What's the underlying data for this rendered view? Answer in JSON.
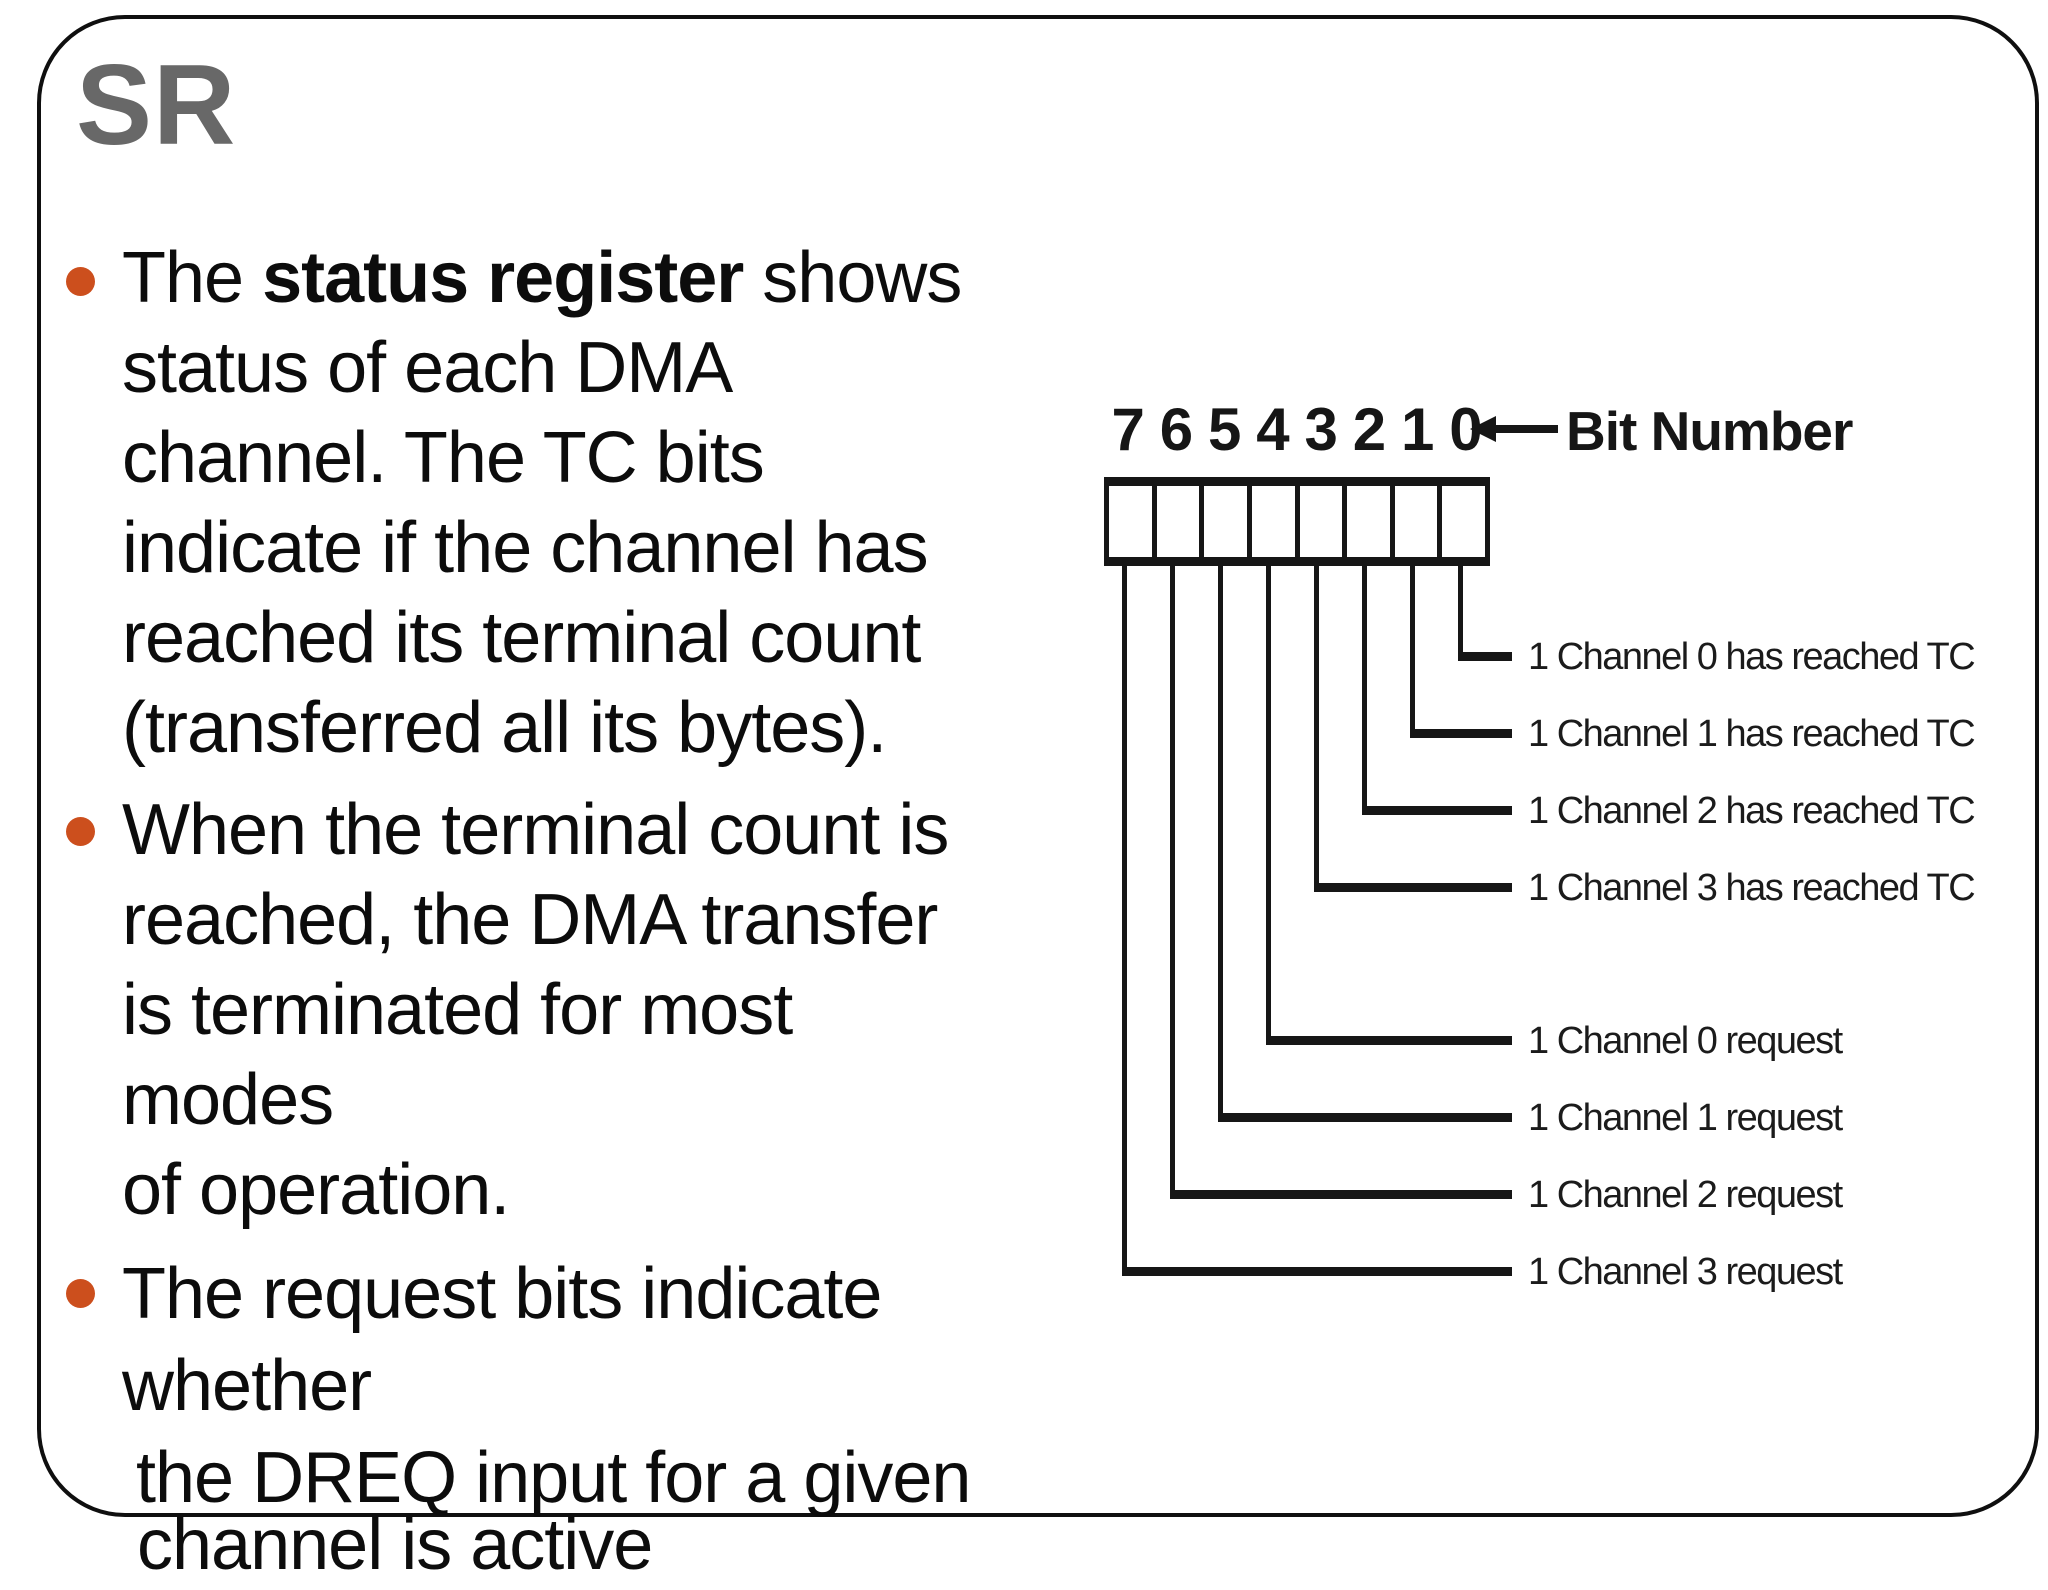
{
  "slide": {
    "title": "SR",
    "accent_color": "#cc4f1d",
    "title_color": "#686868",
    "bullet1": {
      "l1_prefix": "The ",
      "l1_bold": "status register",
      "l1_suffix": " shows",
      "l2": "status of each DMA",
      "l3": "channel. The TC bits",
      "l4": "indicate if the channel has",
      "l5": "reached its terminal count",
      "l6": "(transferred all its bytes)."
    },
    "bullet2": {
      "l1": "When the terminal count is",
      "l2": "reached, the DMA transfer",
      "l3": "is terminated for most",
      "l4": "modes",
      "l5": "of operation."
    },
    "bullet3": {
      "l1": "The request bits indicate",
      "l2": "whether",
      "l3": "the DREQ input for a given"
    },
    "clipped_line": "channel is active"
  },
  "diagram": {
    "bit_numbers": [
      "7",
      "6",
      "5",
      "4",
      "3",
      "2",
      "1",
      "0"
    ],
    "pointer_label": "Bit Number",
    "tc_labels": [
      "1 Channel 0 has reached TC",
      "1 Channel 1 has reached TC",
      "1 Channel 2 has reached TC",
      "1 Channel 3 has reached TC"
    ],
    "request_labels": [
      "1 Channel 0 request",
      "1 Channel 1 request",
      "1 Channel 2 request",
      "1 Channel 3 request"
    ],
    "ink_color": "#161616"
  }
}
